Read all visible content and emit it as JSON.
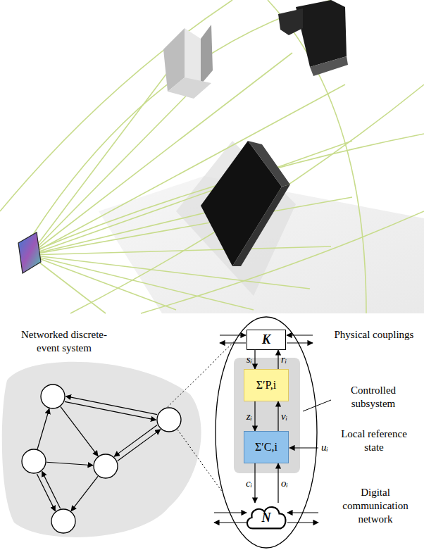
{
  "diagram": {
    "nodes": [
      {
        "text": [
          "K"
        ]
      },
      {
        "text": [
          "Σ′P,i"
        ]
      },
      {
        "text": [
          "Σ′C,i"
        ]
      },
      {
        "text": [
          "N"
        ]
      }
    ],
    "edges": [
      {
        "from": 0,
        "to": 1,
        "arrow": "to",
        "label": "sᵢ"
      },
      {
        "from": 1,
        "to": 0,
        "arrow": "to",
        "label": "rᵢ"
      },
      {
        "from": 1,
        "to": 2,
        "arrow": "to",
        "label": "zᵢ"
      },
      {
        "from": 2,
        "to": 1,
        "arrow": "to",
        "label": "vᵢ"
      },
      {
        "from": 2,
        "to": 3,
        "arrow": "to",
        "label": "cᵢ"
      },
      {
        "from": 3,
        "to": 2,
        "arrow": "to",
        "label": "oᵢ"
      }
    ],
    "labels": [
      "Networked discrete-event system",
      "Physical couplings",
      "Controlled subsystem",
      "Local reference state",
      "uᵢ",
      "Digital communication network"
    ]
  }
}
